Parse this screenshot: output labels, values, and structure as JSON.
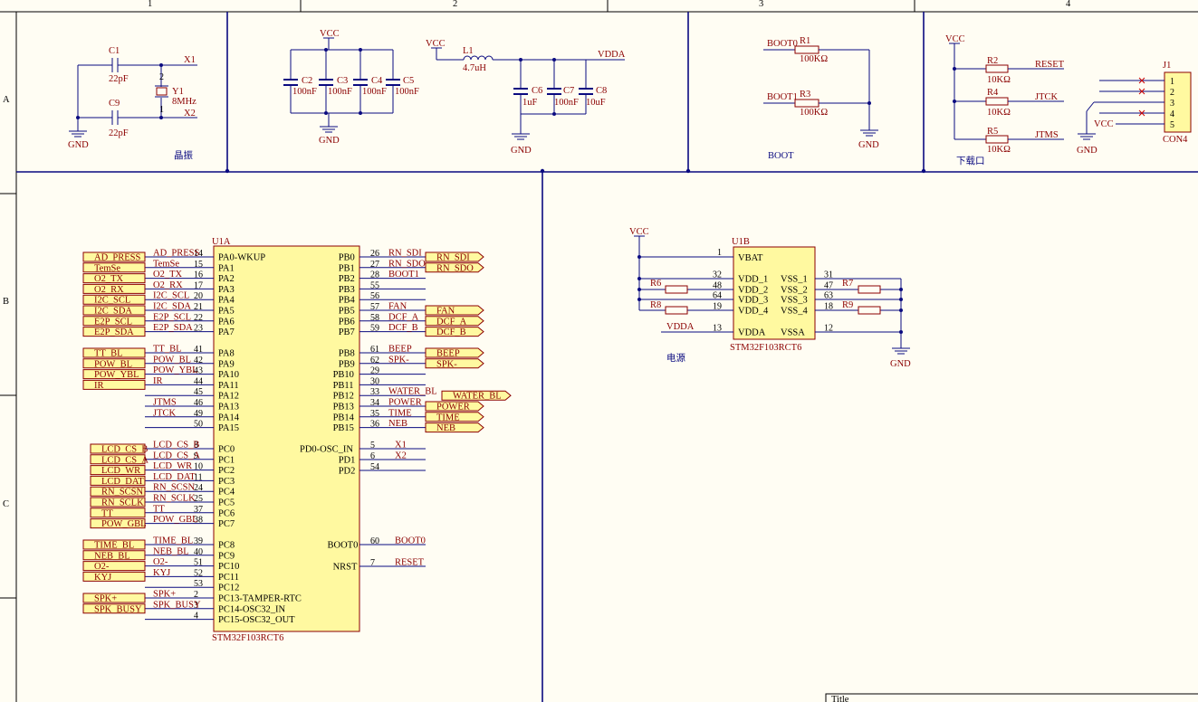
{
  "frame": {
    "column_labels": [
      "1",
      "2",
      "3",
      "4"
    ],
    "row_labels": [
      "A",
      "B",
      "C"
    ],
    "title_block_label": "Title"
  },
  "sections": {
    "crystal": "晶振",
    "boot": "BOOT",
    "download": "下载口",
    "power": "电源"
  },
  "crystal": {
    "c1": {
      "ref": "C1",
      "value": "22pF"
    },
    "c9": {
      "ref": "C9",
      "value": "22pF"
    },
    "y1": {
      "ref": "Y1",
      "value": "8MHz",
      "pin1": "1",
      "pin2": "2"
    },
    "x1": "X1",
    "x2": "X2",
    "gnd": "GND"
  },
  "decoupling": {
    "vcc": "VCC",
    "gnd": "GND",
    "caps": [
      {
        "ref": "C2",
        "value": "100nF"
      },
      {
        "ref": "C3",
        "value": "100nF"
      },
      {
        "ref": "C4",
        "value": "100nF"
      },
      {
        "ref": "C5",
        "value": "100nF"
      }
    ]
  },
  "vdda_filter": {
    "vcc": "VCC",
    "inductor": {
      "ref": "L1",
      "value": "4.7uH"
    },
    "vdda": "VDDA",
    "gnd": "GND",
    "caps": [
      {
        "ref": "C6",
        "value": "1uF"
      },
      {
        "ref": "C7",
        "value": "100nF"
      },
      {
        "ref": "C8",
        "value": "10uF"
      }
    ]
  },
  "boot": {
    "boot0": "BOOT0",
    "boot1": "BOOT1",
    "r1": {
      "ref": "R1",
      "value": "100KΩ"
    },
    "r3": {
      "ref": "R3",
      "value": "100KΩ"
    },
    "gnd": "GND"
  },
  "download": {
    "vcc": "VCC",
    "r2": {
      "ref": "R2",
      "value": "10KΩ",
      "net": "RESET"
    },
    "r4": {
      "ref": "R4",
      "value": "10KΩ",
      "net": "JTCK"
    },
    "r5": {
      "ref": "R5",
      "value": "10KΩ",
      "net": "JTMS"
    },
    "j1": {
      "ref": "J1",
      "value": "CON4",
      "pins": [
        "1",
        "2",
        "3",
        "4",
        "5"
      ],
      "vcc": "VCC"
    },
    "gnd": "GND"
  },
  "u1a": {
    "ref": "U1A",
    "part": "STM32F103RCT6",
    "left_pins": [
      {
        "name": "PA0-WKUP",
        "num": "14",
        "net": "AD_PRESS",
        "port": "AD_PRESS"
      },
      {
        "name": "PA1",
        "num": "15",
        "net": "TemSe",
        "port": "TemSe"
      },
      {
        "name": "PA2",
        "num": "16",
        "net": "O2_TX",
        "port": "O2_TX"
      },
      {
        "name": "PA3",
        "num": "17",
        "net": "O2_RX",
        "port": "O2_RX"
      },
      {
        "name": "PA4",
        "num": "20",
        "net": "I2C_SCL",
        "port": "I2C_SCL"
      },
      {
        "name": "PA5",
        "num": "21",
        "net": "I2C_SDA",
        "port": "I2C_SDA"
      },
      {
        "name": "PA6",
        "num": "22",
        "net": "E2P_SCL",
        "port": "E2P_SCL"
      },
      {
        "name": "PA7",
        "num": "23",
        "net": "E2P_SDA",
        "port": "E2P_SDA"
      },
      {
        "name": "PA8",
        "num": "41",
        "net": "TT_BL",
        "port": "TT_BL"
      },
      {
        "name": "PA9",
        "num": "42",
        "net": "POW_BL",
        "port": "POW_BL"
      },
      {
        "name": "PA10",
        "num": "43",
        "net": "POW_YBL",
        "port": "POW_YBL"
      },
      {
        "name": "PA11",
        "num": "44",
        "net": "IR",
        "port": "IR"
      },
      {
        "name": "PA12",
        "num": "45",
        "net": "",
        "port": ""
      },
      {
        "name": "PA13",
        "num": "46",
        "net": "JTMS",
        "port": ""
      },
      {
        "name": "PA14",
        "num": "49",
        "net": "JTCK",
        "port": ""
      },
      {
        "name": "PA15",
        "num": "50",
        "net": "",
        "port": ""
      },
      {
        "name": "PC0",
        "num": "8",
        "net": "LCD_CS_B",
        "port": "LCD_CS_B"
      },
      {
        "name": "PC1",
        "num": "9",
        "net": "LCD_CS_A",
        "port": "LCD_CS_A"
      },
      {
        "name": "PC2",
        "num": "10",
        "net": "LCD_WR",
        "port": "LCD_WR"
      },
      {
        "name": "PC3",
        "num": "11",
        "net": "LCD_DAT",
        "port": "LCD_DAT"
      },
      {
        "name": "PC4",
        "num": "24",
        "net": "RN_SCSN",
        "port": "RN_SCSN"
      },
      {
        "name": "PC5",
        "num": "25",
        "net": "RN_SCLK",
        "port": "RN_SCLK"
      },
      {
        "name": "PC6",
        "num": "37",
        "net": "TT",
        "port": "TT"
      },
      {
        "name": "PC7",
        "num": "38",
        "net": "POW_GBL",
        "port": "POW_GBL"
      },
      {
        "name": "PC8",
        "num": "39",
        "net": "TIME_BL",
        "port": "TIME_BL"
      },
      {
        "name": "PC9",
        "num": "40",
        "net": "NEB_BL",
        "port": "NEB_BL"
      },
      {
        "name": "PC10",
        "num": "51",
        "net": "O2-",
        "port": "O2-"
      },
      {
        "name": "PC11",
        "num": "52",
        "net": "KYJ",
        "port": "KYJ"
      },
      {
        "name": "PC12",
        "num": "53",
        "net": "",
        "port": ""
      },
      {
        "name": "PC13-TAMPER-RTC",
        "num": "2",
        "net": "SPK+",
        "port": "SPK+"
      },
      {
        "name": "PC14-OSC32_IN",
        "num": "3",
        "net": "SPK_BUSY",
        "port": "SPK_BUSY"
      },
      {
        "name": "PC15-OSC32_OUT",
        "num": "4",
        "net": "",
        "port": ""
      }
    ],
    "right_pins": [
      {
        "name": "PB0",
        "num": "26",
        "net": "RN_SDI",
        "port": "RN_SDI"
      },
      {
        "name": "PB1",
        "num": "27",
        "net": "RN_SDO",
        "port": "RN_SDO"
      },
      {
        "name": "PB2",
        "num": "28",
        "net": "BOOT1",
        "port": ""
      },
      {
        "name": "PB3",
        "num": "55",
        "net": "",
        "port": ""
      },
      {
        "name": "PB4",
        "num": "56",
        "net": "",
        "port": ""
      },
      {
        "name": "PB5",
        "num": "57",
        "net": "FAN",
        "port": "FAN"
      },
      {
        "name": "PB6",
        "num": "58",
        "net": "DCF_A",
        "port": "DCF_A"
      },
      {
        "name": "PB7",
        "num": "59",
        "net": "DCF_B",
        "port": "DCF_B"
      },
      {
        "name": "PB8",
        "num": "61",
        "net": "BEEP",
        "port": "BEEP"
      },
      {
        "name": "PB9",
        "num": "62",
        "net": "SPK-",
        "port": "SPK-"
      },
      {
        "name": "PB10",
        "num": "29",
        "net": "",
        "port": ""
      },
      {
        "name": "PB11",
        "num": "30",
        "net": "",
        "port": ""
      },
      {
        "name": "PB12",
        "num": "33",
        "net": "WATER_BL",
        "port": "WATER_BL"
      },
      {
        "name": "PB13",
        "num": "34",
        "net": "POWER",
        "port": "POWER"
      },
      {
        "name": "PB14",
        "num": "35",
        "net": "TIME",
        "port": "TIME"
      },
      {
        "name": "PB15",
        "num": "36",
        "net": "NEB",
        "port": "NEB"
      },
      {
        "name": "PD0-OSC_IN",
        "num": "5",
        "net": "X1",
        "port": ""
      },
      {
        "name": "PD1",
        "num": "6",
        "net": "X2",
        "port": ""
      },
      {
        "name": "PD2",
        "num": "54",
        "net": "",
        "port": ""
      },
      {
        "name": "BOOT0",
        "num": "60",
        "net": "BOOT0",
        "port": ""
      },
      {
        "name": "NRST",
        "num": "7",
        "net": "RESET",
        "port": ""
      }
    ]
  },
  "u1b": {
    "ref": "U1B",
    "part": "STM32F103RCT6",
    "vcc": "VCC",
    "gnd": "GND",
    "vdda_net": "VDDA",
    "vbat": {
      "name": "VBAT",
      "num": "1"
    },
    "left": [
      {
        "name": "VDD_1",
        "num": "32"
      },
      {
        "name": "VDD_2",
        "num": "48"
      },
      {
        "name": "VDD_3",
        "num": "64"
      },
      {
        "name": "VDD_4",
        "num": "19"
      },
      {
        "name": "VDDA",
        "num": "13"
      }
    ],
    "right": [
      {
        "name": "VSS_1",
        "num": "31"
      },
      {
        "name": "VSS_2",
        "num": "47"
      },
      {
        "name": "VSS_3",
        "num": "63"
      },
      {
        "name": "VSS_4",
        "num": "18"
      },
      {
        "name": "VSSA",
        "num": "12"
      }
    ],
    "r6": "R6",
    "r8": "R8",
    "r7": "R7",
    "r9": "R9"
  }
}
